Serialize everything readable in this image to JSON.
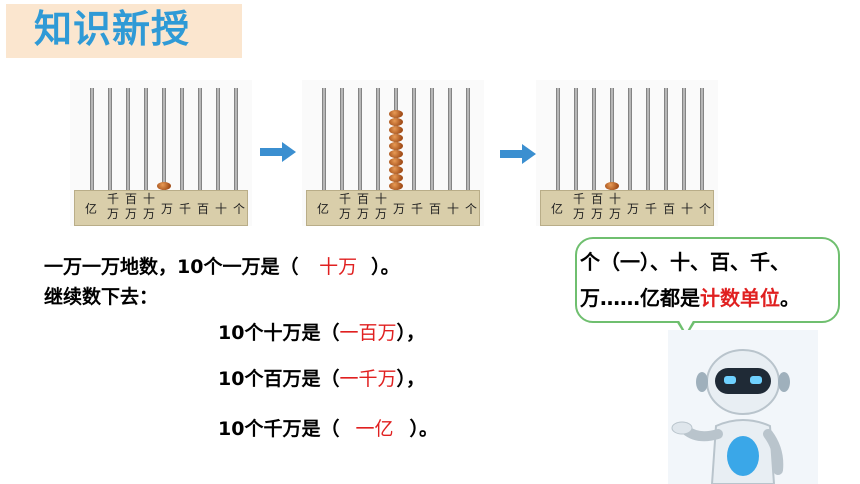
{
  "header": {
    "title": "知识新授"
  },
  "abacus_labels": {
    "yi": "亿",
    "qianwan_top": "千",
    "qianwan_bottom": "万",
    "baiwan_top": "百",
    "baiwan_bottom": "万",
    "shiwan_top": "十",
    "shiwan_bottom": "万",
    "wan": "万",
    "qian": "千",
    "bai": "百",
    "shi": "十",
    "ge": "个"
  },
  "abacus_states": [
    {
      "beads_on_wan_rod": 1
    },
    {
      "beads_on_wan_rod": 10
    },
    {
      "beads_on_shiwan_rod": 1
    }
  ],
  "lines": {
    "line1_prefix": "一万一万地数，",
    "line1_main": "10个一万是（",
    "line1_answer": "十万",
    "line1_suffix": "）。",
    "line2": "继续数下去：",
    "line3_main": "10个十万是（",
    "line3_answer": "一百万",
    "line3_suffix": "），",
    "line4_main": "10个百万是（",
    "line4_answer": "一千万",
    "line4_suffix": "），",
    "line5_main": "10个千万是（",
    "line5_answer": "一亿",
    "line5_suffix": "）。"
  },
  "bubble": {
    "line1": "个（一）、十、百、千、",
    "line2_prefix": "万……亿都是",
    "line2_highlight": "计数单位",
    "line2_suffix": "。"
  },
  "colors": {
    "title": "#2f9ad6",
    "title_bg": "#fbe6cf",
    "answer": "#e02020",
    "bubble_border": "#6fbf6f",
    "arrow": "#3b8fd0"
  }
}
